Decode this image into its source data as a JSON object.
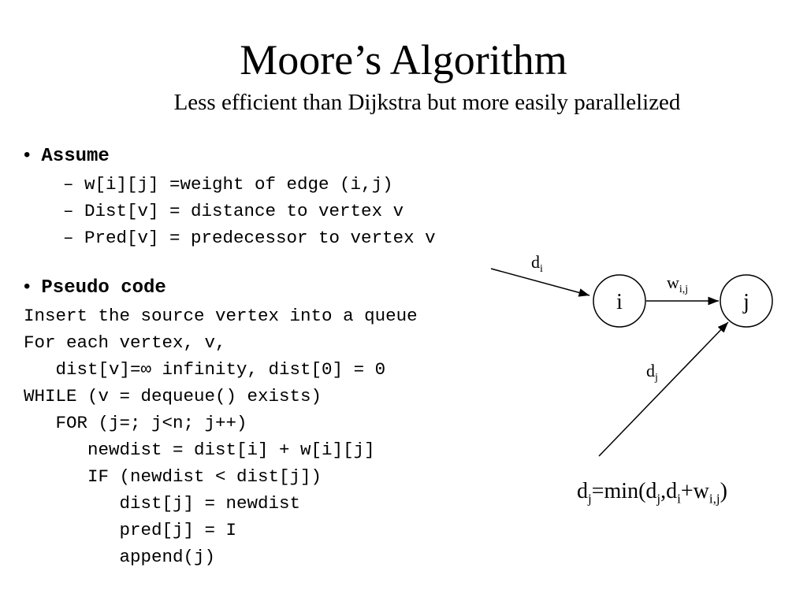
{
  "slide": {
    "title": "Moore’s Algorithm",
    "subtitle": "Less efficient than Dijkstra but more easily parallelized"
  },
  "assume": {
    "bullet": "•",
    "heading": "Assume",
    "items": [
      "– w[i][j] =weight of edge (i,j)",
      "– Dist[v] = distance to vertex v",
      "– Pred[v] = predecessor to vertex v"
    ]
  },
  "pseudo": {
    "bullet": "•",
    "heading": "Pseudo code",
    "lines": [
      "Insert the source vertex into a queue",
      "For each vertex, v,",
      "   dist[v]=∞ infinity, dist[0] = 0",
      "WHILE (v = dequeue() exists)",
      "   FOR (j=; j<n; j++)",
      "      newdist = dist[i] + w[i][j]",
      "      IF (newdist < dist[j])",
      "         dist[j] = newdist",
      "         pred[j] = I",
      "         append(j)"
    ]
  },
  "diagram": {
    "node_i": "i",
    "node_j": "j",
    "label_di": {
      "base": "d",
      "sub": "i"
    },
    "label_wij": {
      "base": "w",
      "sub": "i,j"
    },
    "label_dj": {
      "base": "d",
      "sub": "j"
    },
    "formula": {
      "p1": "d",
      "s1": "j",
      "p2": "=min(d",
      "s2": "j",
      "p3": ",d",
      "s3": "i",
      "p4": "+w",
      "s4": "i,j",
      "p5": ")"
    }
  }
}
